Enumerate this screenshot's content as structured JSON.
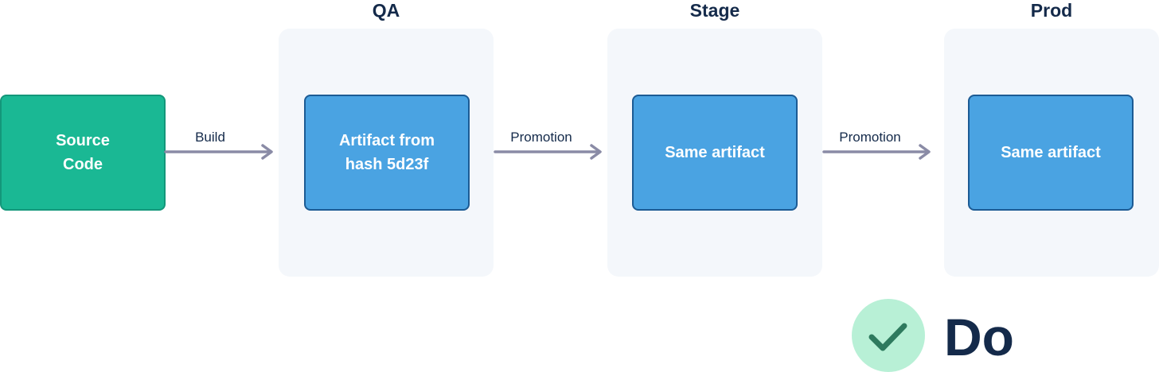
{
  "stages": {
    "qa": "QA",
    "stage": "Stage",
    "prod": "Prod"
  },
  "nodes": {
    "source": "Source\nCode",
    "qa_artifact": "Artifact from\nhash 5d23f",
    "stage_artifact": "Same artifact",
    "prod_artifact": "Same artifact"
  },
  "edges": {
    "build": "Build",
    "promotion_1": "Promotion",
    "promotion_2": "Promotion"
  },
  "verdict": {
    "label": "Do",
    "icon": "checkmark-icon"
  },
  "colors": {
    "source_fill": "#1ab894",
    "artifact_fill": "#4aa3e2",
    "panel_fill": "#f4f7fb",
    "arrow": "#8a8ba6",
    "badge_fill": "#b8f0d6",
    "check": "#2e7a5e",
    "text_dark": "#142a4a"
  }
}
